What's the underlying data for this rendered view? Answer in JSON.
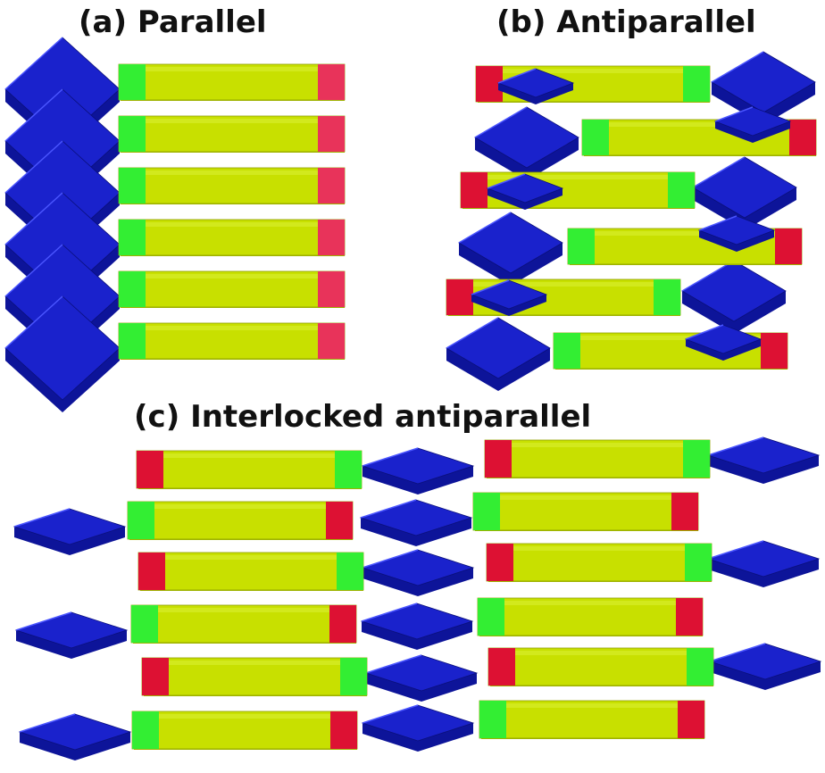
{
  "titles": {
    "a": "(a) Parallel",
    "b": "(b) Antiparallel",
    "c": "(c) Interlocked antiparallel"
  },
  "colors": {
    "core": "#c8e000",
    "core_side": "#a9bf00",
    "green_cap": "#33ee33",
    "red_cap": "#dd1133",
    "pink_cap": "#e8335a",
    "plate_top": "#1a22cc",
    "plate_bright": "#2a32f0",
    "plate_side": "#0d1499"
  },
  "panels": {
    "a": {
      "arrangement": "parallel",
      "rod_count": 6,
      "plate_side": "left"
    },
    "b": {
      "arrangement": "antiparallel",
      "rod_count": 6
    },
    "c": {
      "arrangement": "interlocked antiparallel",
      "columns": 2,
      "rods_per_column": 6
    }
  }
}
